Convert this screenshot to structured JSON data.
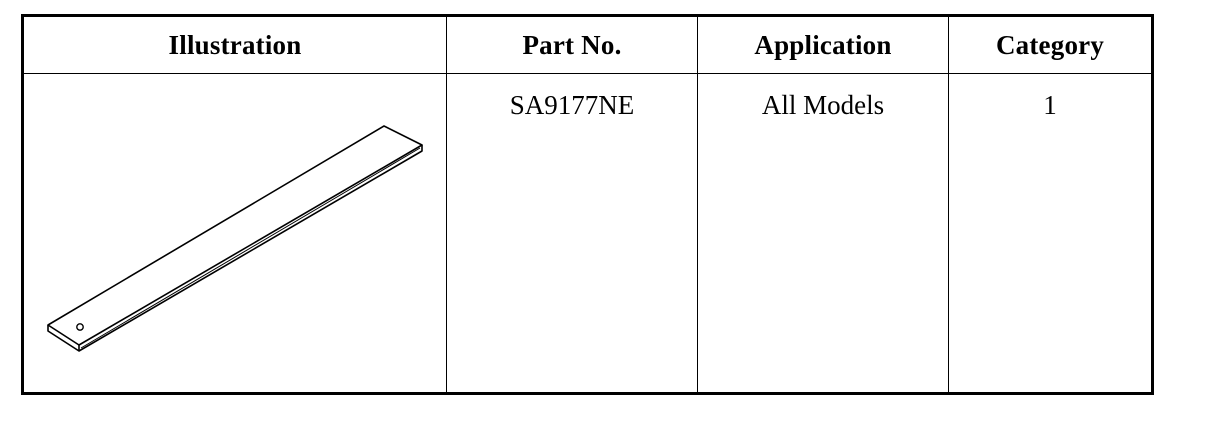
{
  "table": {
    "headers": {
      "illustration": "Illustration",
      "part_no": "Part No.",
      "application": "Application",
      "category": "Category"
    },
    "rows": [
      {
        "illustration_icon": "flat-strip-part-icon",
        "part_no": "SA9177NE",
        "application": "All Models",
        "category": "1"
      }
    ]
  }
}
